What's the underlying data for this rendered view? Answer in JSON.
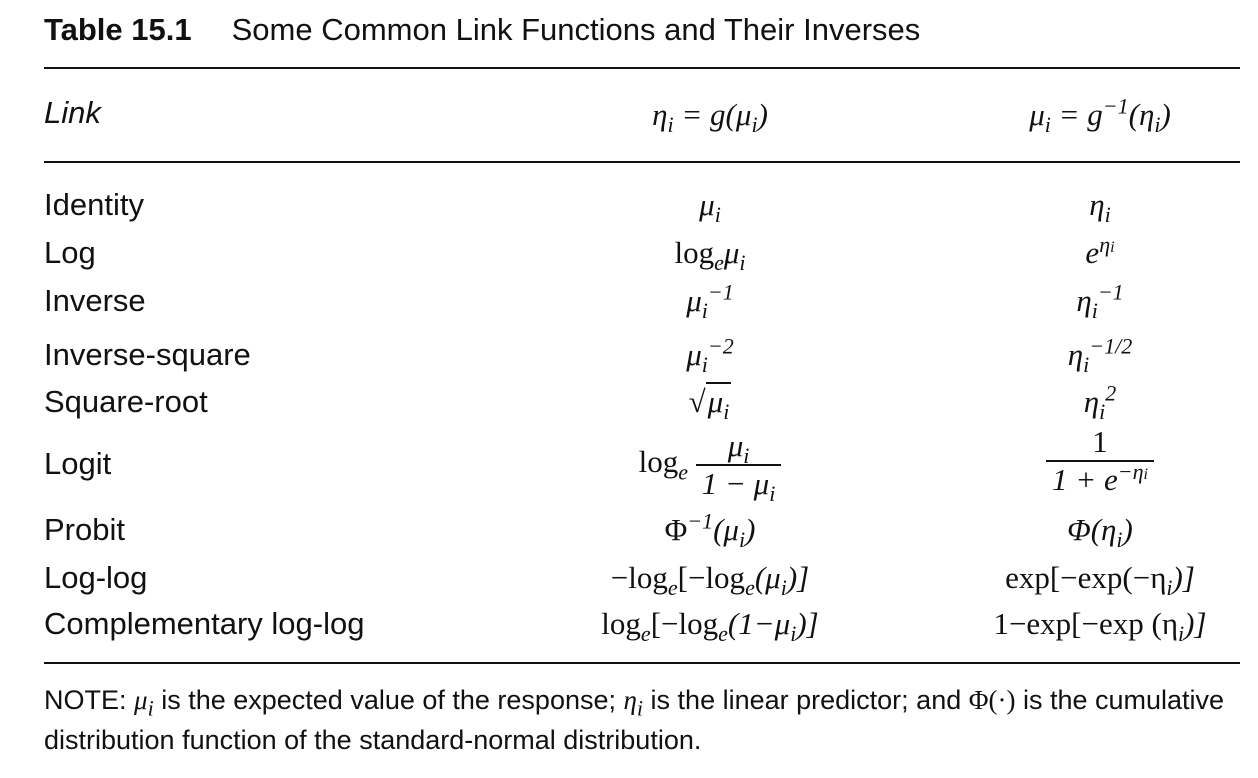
{
  "caption": {
    "label": "Table 15.1",
    "title": "Some Common Link Functions and Their Inverses"
  },
  "headers": {
    "link": "Link",
    "eta": "η",
    "eta_sub": "i",
    "eq1": " = g(μ",
    "eq1_sub": "i",
    "eq1_end": ")",
    "mu": "μ",
    "mu_sub": "i",
    "eq2": " = g",
    "eq2_sup": "−1",
    "eq2_mid": "(η",
    "eq2_sub": "i",
    "eq2_end": ")"
  },
  "rows": [
    {
      "name": "Identity"
    },
    {
      "name": "Log"
    },
    {
      "name": "Inverse"
    },
    {
      "name": "Inverse-square"
    },
    {
      "name": "Square-root"
    },
    {
      "name": "Logit"
    },
    {
      "name": "Probit"
    },
    {
      "name": "Log-log"
    },
    {
      "name": "Complementary log-log"
    }
  ],
  "cells": {
    "identity_eta": "μ",
    "identity_eta_sub": "i",
    "identity_mu": "η",
    "identity_mu_sub": "i",
    "log_eta_fn": "log",
    "log_eta_base": "e",
    "log_eta_arg": "μ",
    "log_eta_sub": "i",
    "log_mu_base": "e",
    "log_mu_sup": "η",
    "log_mu_sup_sub": "i",
    "inverse_eta": "μ",
    "inverse_eta_sub": "i",
    "inverse_eta_sup": "−1",
    "inverse_mu": "η",
    "inverse_mu_sub": "i",
    "inverse_mu_sup": "−1",
    "invsq_eta": "μ",
    "invsq_eta_sub": "i",
    "invsq_eta_sup": "−2",
    "invsq_mu": "η",
    "invsq_mu_sub": "i",
    "invsq_mu_sup": "−1/2",
    "sqrt_eta_sym": "√",
    "sqrt_eta": "μ",
    "sqrt_eta_sub": "i",
    "sqrt_mu": "η",
    "sqrt_mu_sub": "i",
    "sqrt_mu_sup": "2",
    "logit_eta_fn": "log",
    "logit_eta_base": "e",
    "logit_eta_num": "μ",
    "logit_eta_num_sub": "i",
    "logit_eta_den": "1 − μ",
    "logit_eta_den_sub": "i",
    "logit_mu_num": "1",
    "logit_mu_den": "1 + e",
    "logit_mu_den_sup": "−η",
    "logit_mu_den_sup_sub": "i",
    "probit_eta": "Φ",
    "probit_eta_sup": "−1",
    "probit_eta_arg": "(μ",
    "probit_eta_sub": "i",
    "probit_eta_end": ")",
    "probit_mu": "Φ(η",
    "probit_mu_sub": "i",
    "probit_mu_end": ")",
    "loglog_eta": "−log",
    "loglog_eta_base": "e",
    "loglog_eta_mid": "[−log",
    "loglog_eta_base2": "e",
    "loglog_eta_arg": "(μ",
    "loglog_eta_sub": "i",
    "loglog_eta_end": ")]",
    "loglog_mu": "exp[−exp(−η",
    "loglog_mu_sub": "i",
    "loglog_mu_end": ")]",
    "cll_eta": "log",
    "cll_eta_base": "e",
    "cll_eta_mid": "[−log",
    "cll_eta_base2": "e",
    "cll_eta_arg": "(1−μ",
    "cll_eta_sub": "i",
    "cll_eta_end": ")]",
    "cll_mu": "1−exp[−exp (η",
    "cll_mu_sub": "i",
    "cll_mu_end": ")]"
  },
  "note": {
    "prefix": "NOTE: ",
    "mu": "μ",
    "mu_sub": "i",
    "t1": " is the expected value of the response; ",
    "eta": "η",
    "eta_sub": "i",
    "t2": " is the linear predictor; and ",
    "phi": "Φ(·)",
    "t3": " is the cumulative distribution function of the standard-normal distribution."
  }
}
